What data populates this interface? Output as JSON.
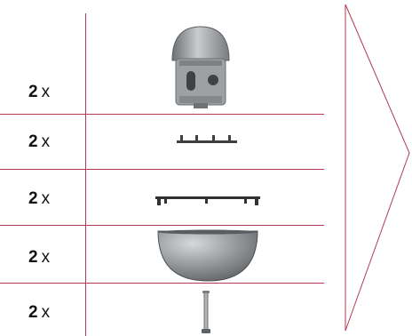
{
  "parts_list": {
    "rows": [
      {
        "count": "2",
        "multiplier": "x",
        "part_icon": "bracket-head-icon"
      },
      {
        "count": "2",
        "multiplier": "x",
        "part_icon": "short-rail-clip-icon"
      },
      {
        "count": "2",
        "multiplier": "x",
        "part_icon": "long-rail-clip-icon"
      },
      {
        "count": "2",
        "multiplier": "x",
        "part_icon": "dome-cap-icon"
      },
      {
        "count": "2",
        "multiplier": "x",
        "part_icon": "pin-bolt-icon"
      }
    ]
  },
  "colors": {
    "rule": "#b33a55",
    "metal": "#8a8d90"
  },
  "next_arrow": {
    "icon": "next-step-arrow-icon"
  }
}
